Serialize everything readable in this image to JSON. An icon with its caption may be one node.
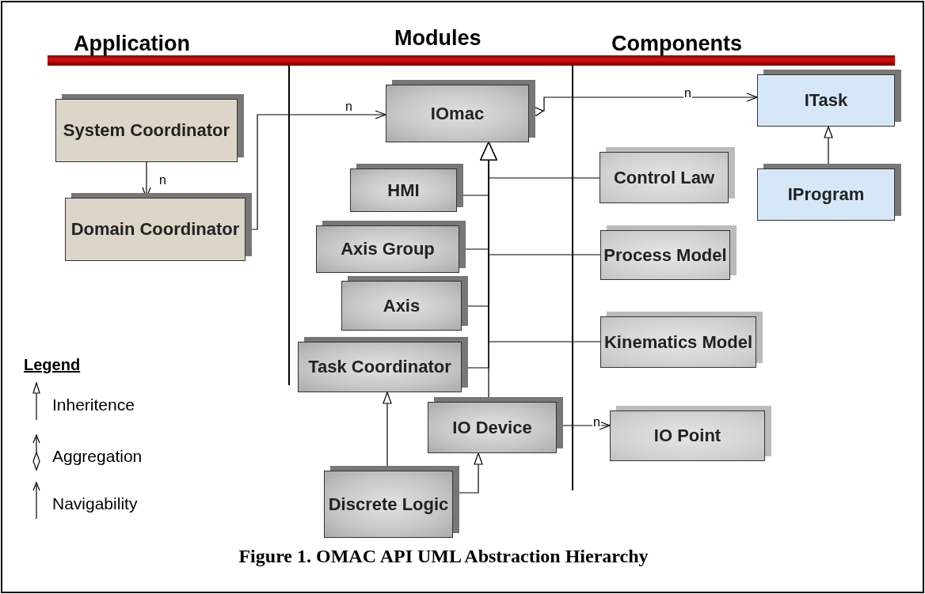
{
  "diagram": {
    "caption": "Figure 1. OMAC API UML Abstraction Hierarchy",
    "nodes": [
      {
        "text": [
          "System Coordinator"
        ]
      },
      {
        "text": [
          "Domain Coordinator"
        ]
      },
      {
        "text": [
          "IOmac"
        ]
      },
      {
        "text": [
          "ITask"
        ]
      },
      {
        "text": [
          "IProgram"
        ]
      },
      {
        "text": [
          "HMI"
        ]
      },
      {
        "text": [
          "Axis Group"
        ]
      },
      {
        "text": [
          "Control Law"
        ]
      },
      {
        "text": [
          "Process Model"
        ]
      },
      {
        "text": [
          "Axis"
        ]
      },
      {
        "text": [
          "Kinematics Model"
        ]
      },
      {
        "text": [
          "Task Coordinator"
        ]
      },
      {
        "text": [
          "IO Device"
        ]
      },
      {
        "text": [
          "IO Point"
        ]
      },
      {
        "text": [
          "Discrete Logic"
        ]
      }
    ],
    "edges": [
      {
        "from": 0,
        "to": 1,
        "arrow": "to",
        "label": "n"
      },
      {
        "from": 1,
        "to": 2,
        "arrow": "to",
        "label": "n"
      },
      {
        "from": 2,
        "to": 3,
        "arrow": "to",
        "label": "n"
      },
      {
        "from": 4,
        "to": 3,
        "arrow": "to"
      },
      {
        "from": 5,
        "to": 2,
        "arrow": "to"
      },
      {
        "from": 6,
        "to": 2,
        "arrow": "to"
      },
      {
        "from": 9,
        "to": 2,
        "arrow": "to"
      },
      {
        "from": 11,
        "to": 2,
        "arrow": "to"
      },
      {
        "from": 12,
        "to": 2,
        "arrow": "to"
      },
      {
        "from": 7,
        "to": 2,
        "arrow": "to"
      },
      {
        "from": 8,
        "to": 2,
        "arrow": "to"
      },
      {
        "from": 10,
        "to": 2,
        "arrow": "to"
      },
      {
        "from": 14,
        "to": 11,
        "arrow": "to"
      },
      {
        "from": 14,
        "to": 12,
        "arrow": "to"
      },
      {
        "from": 12,
        "to": 13,
        "arrow": "to",
        "label": "n"
      }
    ],
    "labels": [
      "Application",
      "Modules",
      "Components",
      "Legend"
    ],
    "legend": [
      {
        "text": "Inheritence"
      },
      {
        "text": "Aggregation"
      },
      {
        "text": "Navigability"
      }
    ]
  }
}
